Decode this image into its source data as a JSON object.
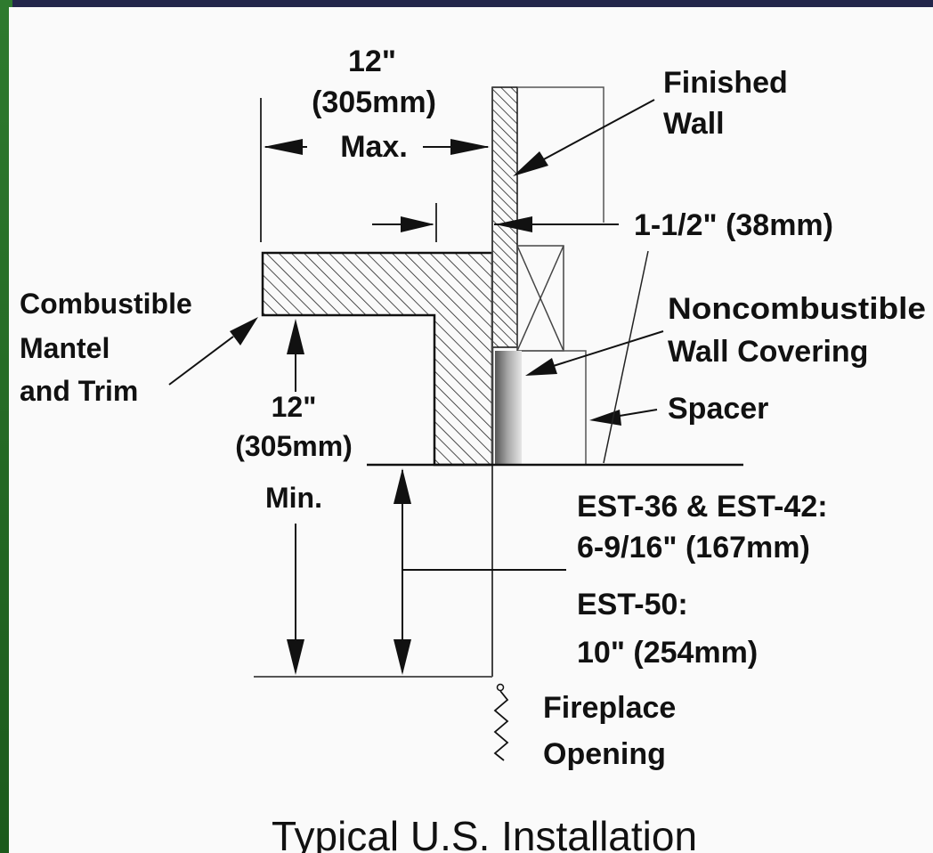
{
  "labels": {
    "top_dim_1": "12\"",
    "top_dim_2": "(305mm)",
    "top_dim_3": "Max.",
    "finished_wall_1": "Finished",
    "finished_wall_2": "Wall",
    "gap_dim": "1-1/2\" (38mm)",
    "mantel_1": "Combustible",
    "mantel_2": "Mantel",
    "mantel_3": "and Trim",
    "noncomb_1": "Noncombustible",
    "noncomb_2": "Wall Covering",
    "spacer": "Spacer",
    "left_dim_1": "12\"",
    "left_dim_2": "(305mm)",
    "left_dim_3": "Min.",
    "est36_1": "EST-36 & EST-42:",
    "est36_2": "6-9/16\" (167mm)",
    "est50_1": "EST-50:",
    "est50_2": "10\" (254mm)",
    "fireplace_1": "Fireplace",
    "fireplace_2": "Opening",
    "caption": "Typical U.S. Installation"
  },
  "colors": {
    "background_frame": "#23264a",
    "panel": "#fafafa",
    "ink": "#111111",
    "left_strip": "#2e7a2e"
  }
}
